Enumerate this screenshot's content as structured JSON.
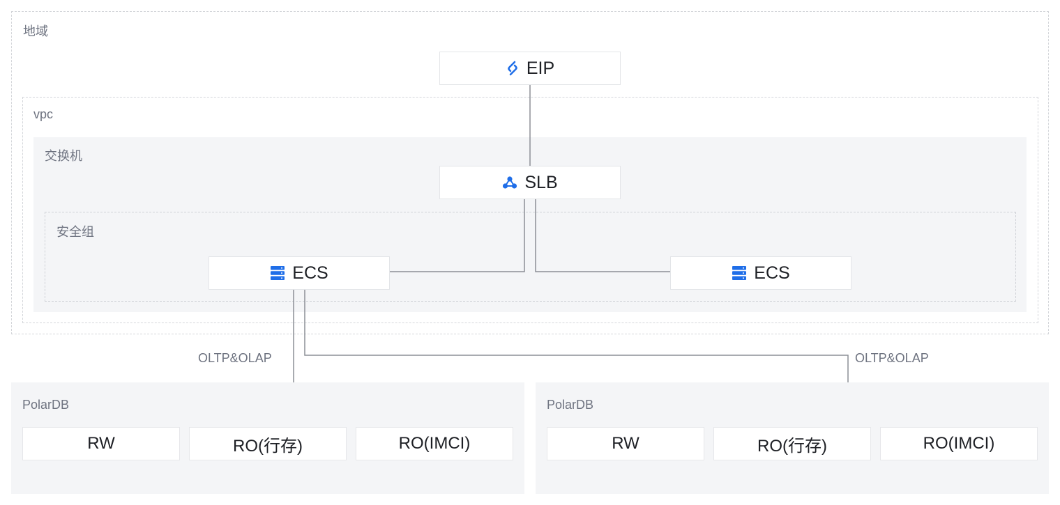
{
  "region": {
    "label": "地域"
  },
  "vpc": {
    "label": "vpc"
  },
  "vswitch": {
    "label": "交换机"
  },
  "security_group": {
    "label": "安全组"
  },
  "nodes": {
    "eip": {
      "label": "EIP",
      "icon": "eip-icon"
    },
    "slb": {
      "label": "SLB",
      "icon": "slb-icon"
    },
    "ecs_left": {
      "label": "ECS",
      "icon": "server-icon"
    },
    "ecs_right": {
      "label": "ECS",
      "icon": "server-icon"
    }
  },
  "edge_labels": {
    "left": "OLTP&OLAP",
    "right": "OLTP&OLAP"
  },
  "polardb": [
    {
      "label": "PolarDB",
      "nodes": [
        "RW",
        "RO(行存)",
        "RO(IMCI)"
      ]
    },
    {
      "label": "PolarDB",
      "nodes": [
        "RW",
        "RO(行存)",
        "RO(IMCI)"
      ]
    }
  ],
  "colors": {
    "accent": "#1f6ee8",
    "line": "#8c8f96",
    "panel": "#f4f5f7"
  }
}
